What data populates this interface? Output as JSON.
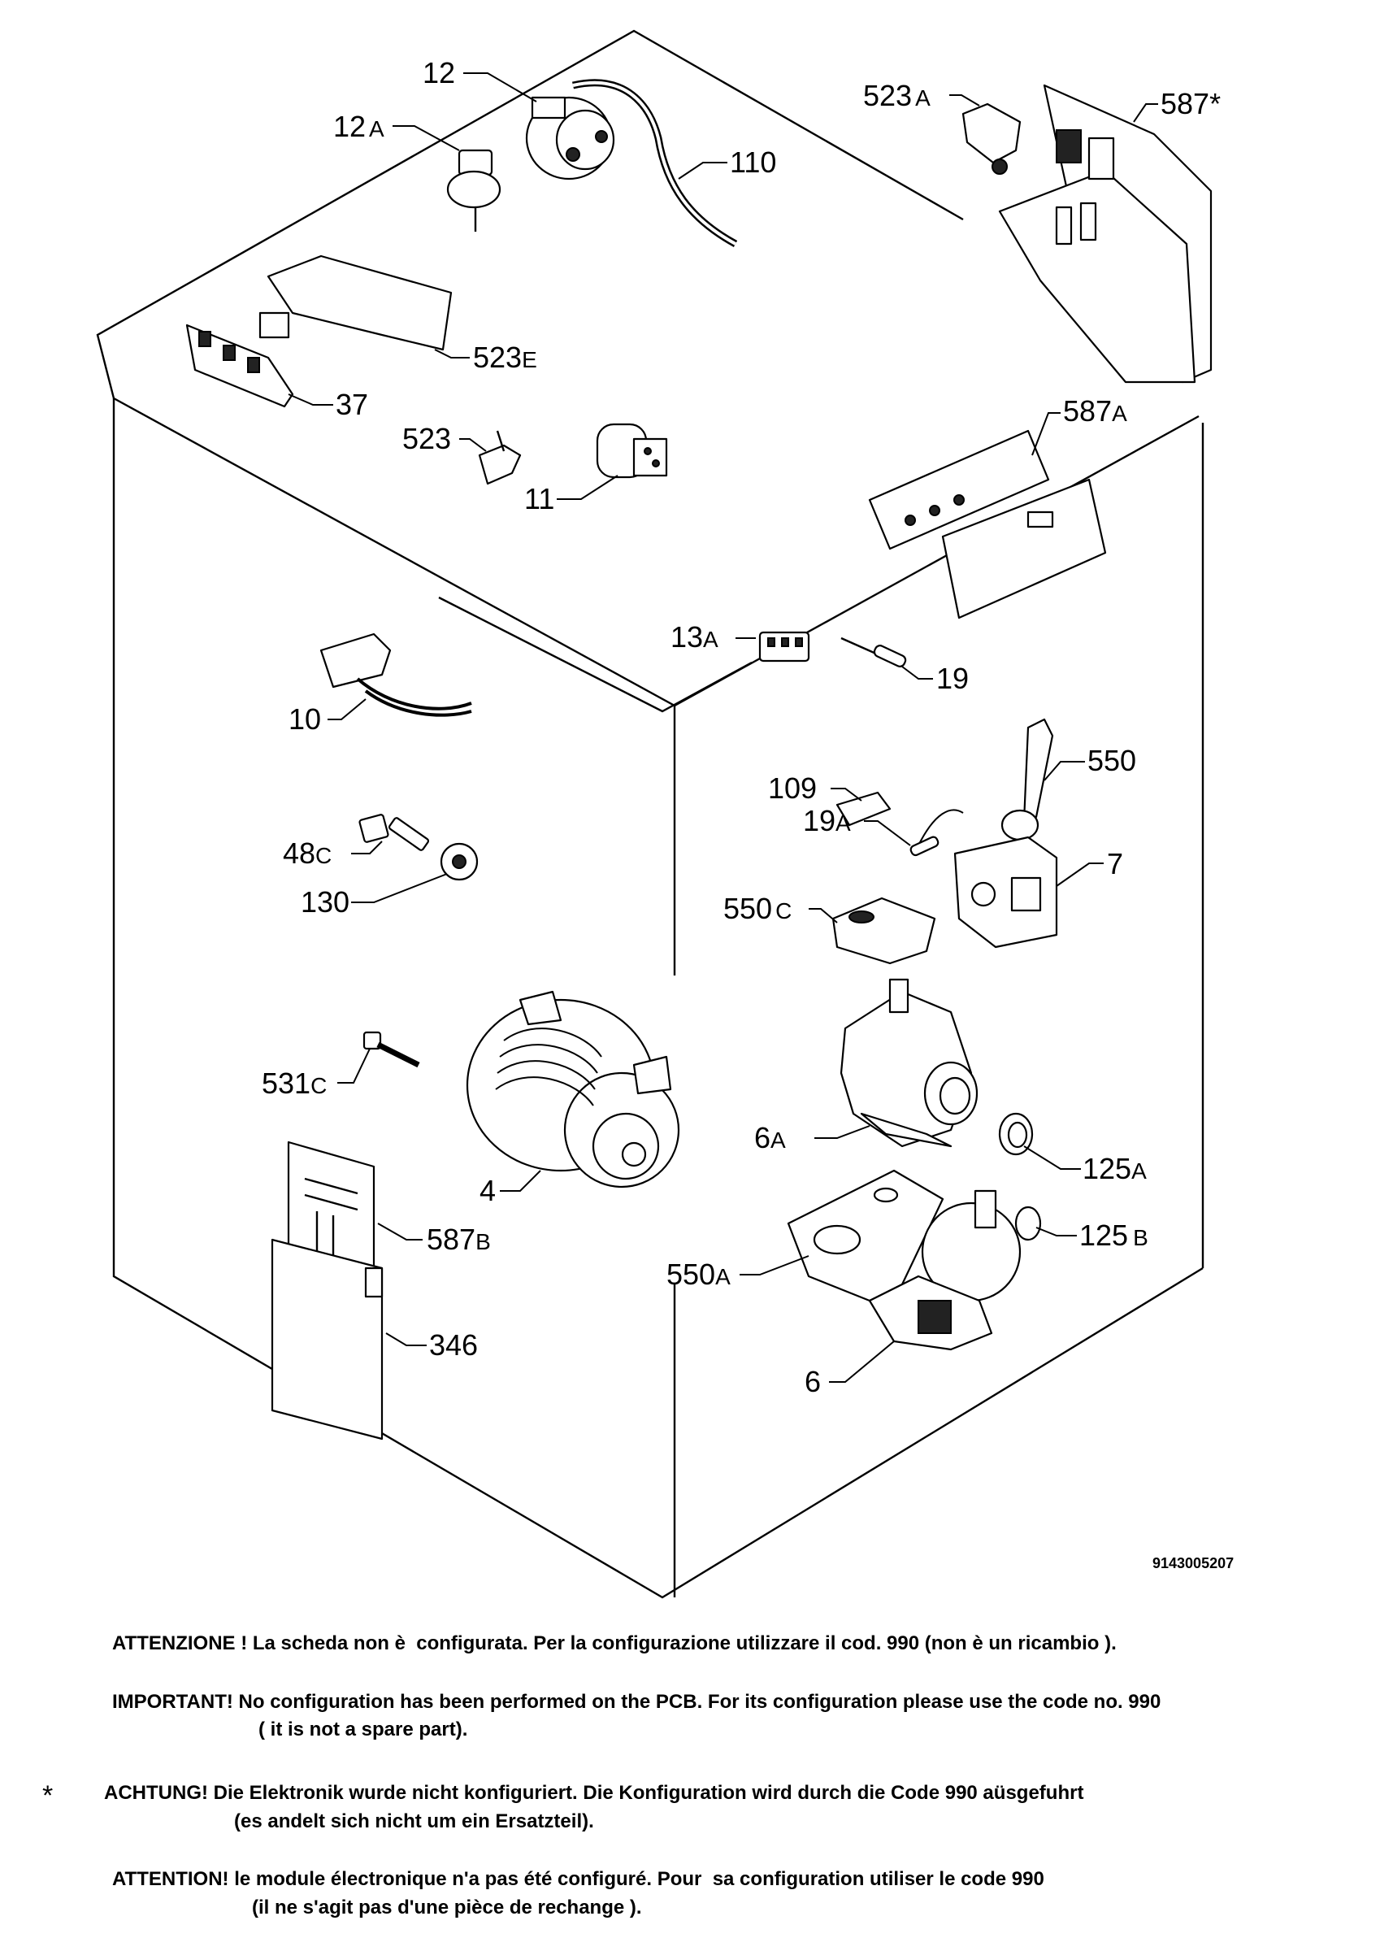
{
  "parts": [
    {
      "id": "p12",
      "num": "12",
      "suffix": ""
    },
    {
      "id": "p12a",
      "num": "12",
      "suffix": "A"
    },
    {
      "id": "p110",
      "num": "110",
      "suffix": ""
    },
    {
      "id": "p523a",
      "num": "523",
      "suffix": "A"
    },
    {
      "id": "p587s",
      "num": "587",
      "suffix": "*"
    },
    {
      "id": "p523e",
      "num": "523",
      "suffix": "E"
    },
    {
      "id": "p37",
      "num": "37",
      "suffix": ""
    },
    {
      "id": "p523",
      "num": "523",
      "suffix": ""
    },
    {
      "id": "p11",
      "num": "11",
      "suffix": ""
    },
    {
      "id": "p587a",
      "num": "587",
      "suffix": "A"
    },
    {
      "id": "p13a",
      "num": "13",
      "suffix": "A"
    },
    {
      "id": "p19",
      "num": "19",
      "suffix": ""
    },
    {
      "id": "p10",
      "num": "10",
      "suffix": ""
    },
    {
      "id": "p550",
      "num": "550",
      "suffix": ""
    },
    {
      "id": "p109",
      "num": "109",
      "suffix": ""
    },
    {
      "id": "p19a",
      "num": "19",
      "suffix": "A"
    },
    {
      "id": "p7",
      "num": "7",
      "suffix": ""
    },
    {
      "id": "p48c",
      "num": "48",
      "suffix": "C"
    },
    {
      "id": "p130",
      "num": "130",
      "suffix": ""
    },
    {
      "id": "p550c",
      "num": "550",
      "suffix": "C"
    },
    {
      "id": "p531c",
      "num": "531",
      "suffix": "C"
    },
    {
      "id": "p6a",
      "num": "6",
      "suffix": "A"
    },
    {
      "id": "p125a",
      "num": "125",
      "suffix": "A"
    },
    {
      "id": "p4",
      "num": "4",
      "suffix": ""
    },
    {
      "id": "p125b",
      "num": "125",
      "suffix": "B"
    },
    {
      "id": "p587b",
      "num": "587",
      "suffix": "B"
    },
    {
      "id": "p550a",
      "num": "550",
      "suffix": "A"
    },
    {
      "id": "p346",
      "num": "346",
      "suffix": ""
    },
    {
      "id": "p6",
      "num": "6",
      "suffix": ""
    }
  ],
  "doc_number": "9143005207",
  "notes": {
    "it": "ATTENZIONE ! La scheda non è  configurata. Per la configurazione utilizzare il cod. 990 (non è un ricambio ).",
    "en_1": "IMPORTANT! No configuration has been performed on the PCB. For its configuration please use the code no. 990",
    "en_2": "( it is not a spare part).",
    "de_1": "ACHTUNG! Die Elektronik wurde nicht konfiguriert. Die Konfiguration wird durch die Code 990 aüsgefuhrt",
    "de_2": "(es andelt sich nicht um ein Ersatzteil).",
    "fr_1": "ATTENTION! le module électronique n'a pas été configuré. Pour  sa configuration utiliser le code 990",
    "fr_2": "(il ne s'agit pas d'une pièce de rechange )."
  },
  "asterisk": "*"
}
